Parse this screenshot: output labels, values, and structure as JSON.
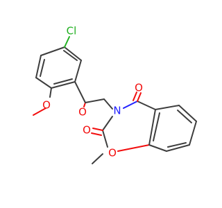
{
  "molecule": {
    "atoms": {
      "chlorine": {
        "symbol": "Cl",
        "color": "#21b021"
      },
      "methoxy_oxygen": {
        "symbol": "O",
        "color": "#f20d0d"
      },
      "ketone_oxygen": {
        "symbol": "O",
        "color": "#f20d0d"
      },
      "ring_nitrogen": {
        "symbol": "N",
        "color": "#2020ff"
      },
      "imide_oxygen_top": {
        "symbol": "O",
        "color": "#f20d0d"
      },
      "imide_oxygen_left": {
        "symbol": "O",
        "color": "#f20d0d"
      },
      "ring_ether_oxygen": {
        "symbol": "O",
        "color": "#f20d0d"
      }
    },
    "bond_color": "#3d3d3d"
  }
}
